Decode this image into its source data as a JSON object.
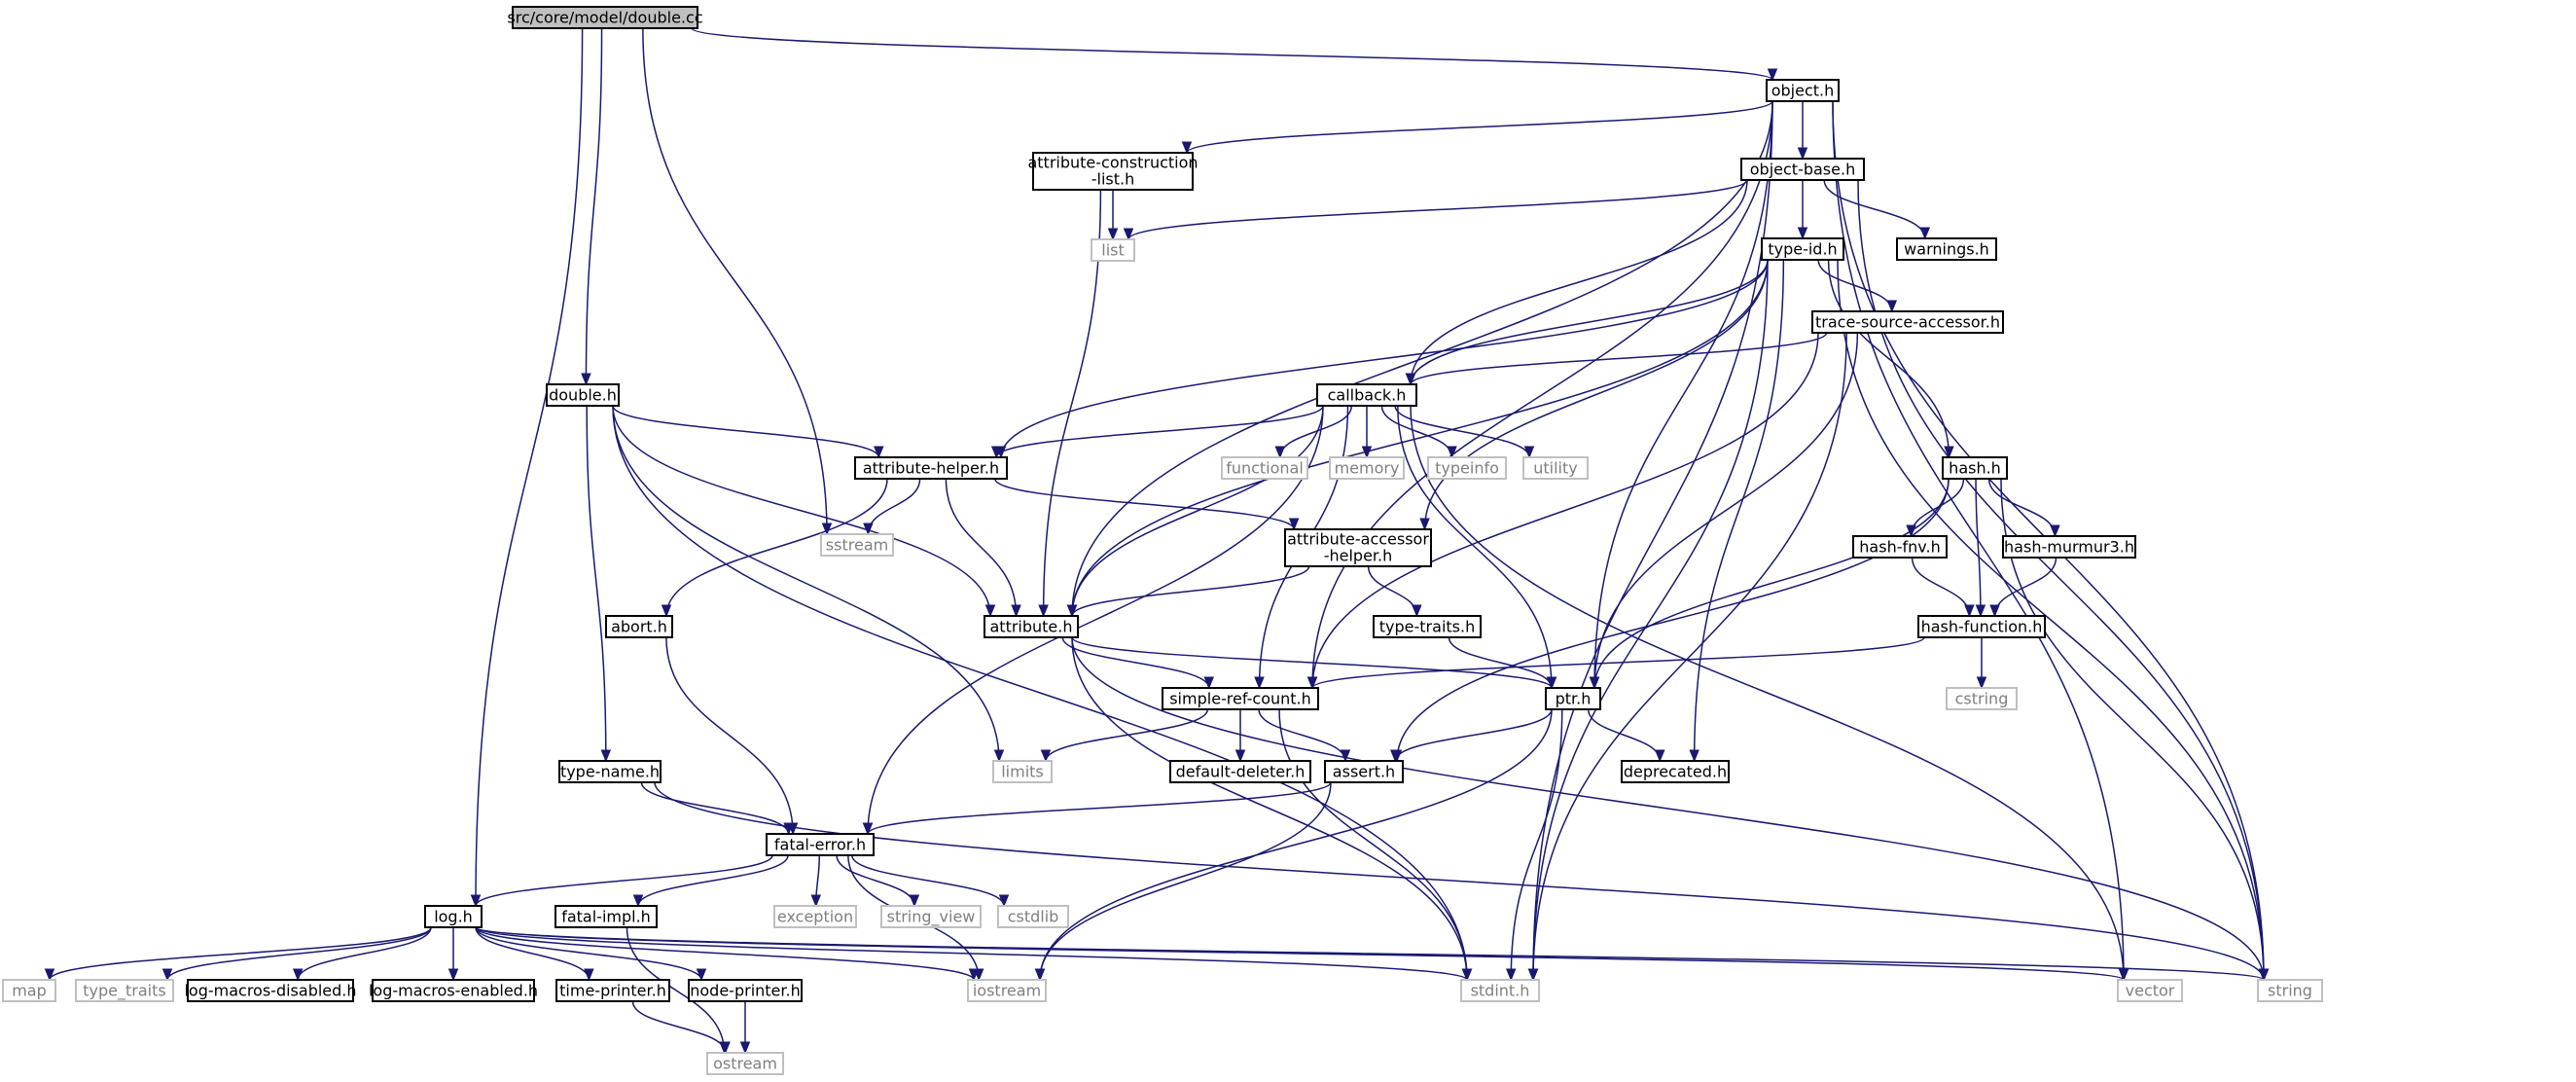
{
  "graph": {
    "title": "src/core/model/double.cc",
    "colors": {
      "edge": "#191970",
      "node_border": "#000000",
      "system_border": "#bfbfbf",
      "system_text": "#7f7f7f",
      "root_fill": "#bfbfbf",
      "node_fill": "#ffffff"
    },
    "nodes": [
      {
        "id": "double-cc",
        "label": "src/core/model/double.cc",
        "kind": "root"
      },
      {
        "id": "object-h",
        "label": "object.h",
        "kind": "local"
      },
      {
        "id": "attr-construction-list-h",
        "label": "attribute-construction\n-list.h",
        "kind": "local"
      },
      {
        "id": "object-base-h",
        "label": "object-base.h",
        "kind": "local"
      },
      {
        "id": "list",
        "label": "list",
        "kind": "system"
      },
      {
        "id": "warnings-h",
        "label": "warnings.h",
        "kind": "local"
      },
      {
        "id": "type-id-h",
        "label": "type-id.h",
        "kind": "local"
      },
      {
        "id": "trace-source-accessor-h",
        "label": "trace-source-accessor.h",
        "kind": "local"
      },
      {
        "id": "double-h",
        "label": "double.h",
        "kind": "local"
      },
      {
        "id": "callback-h",
        "label": "callback.h",
        "kind": "local"
      },
      {
        "id": "attribute-helper-h",
        "label": "attribute-helper.h",
        "kind": "local"
      },
      {
        "id": "sstream",
        "label": "sstream",
        "kind": "system"
      },
      {
        "id": "functional",
        "label": "functional",
        "kind": "system"
      },
      {
        "id": "memory",
        "label": "memory",
        "kind": "system"
      },
      {
        "id": "typeinfo",
        "label": "typeinfo",
        "kind": "system"
      },
      {
        "id": "utility",
        "label": "utility",
        "kind": "system"
      },
      {
        "id": "hash-h",
        "label": "hash.h",
        "kind": "local"
      },
      {
        "id": "attribute-accessor-helper-h",
        "label": "attribute-accessor\n-helper.h",
        "kind": "local"
      },
      {
        "id": "hash-fnv-h",
        "label": "hash-fnv.h",
        "kind": "local"
      },
      {
        "id": "hash-murmur3-h",
        "label": "hash-murmur3.h",
        "kind": "local"
      },
      {
        "id": "abort-h",
        "label": "abort.h",
        "kind": "local"
      },
      {
        "id": "attribute-h",
        "label": "attribute.h",
        "kind": "local"
      },
      {
        "id": "type-traits-h",
        "label": "type-traits.h",
        "kind": "local"
      },
      {
        "id": "hash-function-h",
        "label": "hash-function.h",
        "kind": "local"
      },
      {
        "id": "simple-ref-count-h",
        "label": "simple-ref-count.h",
        "kind": "local"
      },
      {
        "id": "ptr-h",
        "label": "ptr.h",
        "kind": "local"
      },
      {
        "id": "cstring",
        "label": "cstring",
        "kind": "system"
      },
      {
        "id": "limits",
        "label": "limits",
        "kind": "system"
      },
      {
        "id": "default-deleter-h",
        "label": "default-deleter.h",
        "kind": "local"
      },
      {
        "id": "assert-h",
        "label": "assert.h",
        "kind": "local"
      },
      {
        "id": "deprecated-h",
        "label": "deprecated.h",
        "kind": "local"
      },
      {
        "id": "type-name-h",
        "label": "type-name.h",
        "kind": "local"
      },
      {
        "id": "fatal-error-h",
        "label": "fatal-error.h",
        "kind": "local"
      },
      {
        "id": "log-h",
        "label": "log.h",
        "kind": "local"
      },
      {
        "id": "fatal-impl-h",
        "label": "fatal-impl.h",
        "kind": "local"
      },
      {
        "id": "exception",
        "label": "exception",
        "kind": "system"
      },
      {
        "id": "string-view",
        "label": "string_view",
        "kind": "system"
      },
      {
        "id": "cstdlib",
        "label": "cstdlib",
        "kind": "system"
      },
      {
        "id": "map",
        "label": "map",
        "kind": "system"
      },
      {
        "id": "type-traits",
        "label": "type_traits",
        "kind": "system"
      },
      {
        "id": "log-macros-disabled-h",
        "label": "log-macros-disabled.h",
        "kind": "local"
      },
      {
        "id": "log-macros-enabled-h",
        "label": "log-macros-enabled.h",
        "kind": "local"
      },
      {
        "id": "time-printer-h",
        "label": "time-printer.h",
        "kind": "local"
      },
      {
        "id": "node-printer-h",
        "label": "node-printer.h",
        "kind": "local"
      },
      {
        "id": "iostream",
        "label": "iostream",
        "kind": "system"
      },
      {
        "id": "stdint-h",
        "label": "stdint.h",
        "kind": "system"
      },
      {
        "id": "vector",
        "label": "vector",
        "kind": "system"
      },
      {
        "id": "string",
        "label": "string",
        "kind": "system"
      },
      {
        "id": "ostream",
        "label": "ostream",
        "kind": "system"
      }
    ],
    "edges": [
      [
        "double-cc",
        "object-h"
      ],
      [
        "double-cc",
        "double-h"
      ],
      [
        "double-cc",
        "sstream"
      ],
      [
        "double-cc",
        "log-h"
      ],
      [
        "object-h",
        "attr-construction-list-h"
      ],
      [
        "object-h",
        "object-base-h"
      ],
      [
        "object-h",
        "attribute-h"
      ],
      [
        "object-h",
        "simple-ref-count-h"
      ],
      [
        "object-h",
        "ptr-h"
      ],
      [
        "object-h",
        "stdint-h"
      ],
      [
        "object-h",
        "vector"
      ],
      [
        "object-h",
        "string"
      ],
      [
        "attr-construction-list-h",
        "list"
      ],
      [
        "attr-construction-list-h",
        "attribute-h"
      ],
      [
        "object-base-h",
        "list"
      ],
      [
        "object-base-h",
        "warnings-h"
      ],
      [
        "object-base-h",
        "type-id-h"
      ],
      [
        "object-base-h",
        "callback-h"
      ],
      [
        "object-base-h",
        "string"
      ],
      [
        "type-id-h",
        "attribute-helper-h"
      ],
      [
        "type-id-h",
        "attribute-h"
      ],
      [
        "type-id-h",
        "callback-h"
      ],
      [
        "type-id-h",
        "trace-source-accessor-h"
      ],
      [
        "type-id-h",
        "attribute-accessor-helper-h"
      ],
      [
        "type-id-h",
        "hash-h"
      ],
      [
        "type-id-h",
        "deprecated-h"
      ],
      [
        "type-id-h",
        "stdint-h"
      ],
      [
        "type-id-h",
        "string"
      ],
      [
        "trace-source-accessor-h",
        "callback-h"
      ],
      [
        "trace-source-accessor-h",
        "ptr-h"
      ],
      [
        "trace-source-accessor-h",
        "simple-ref-count-h"
      ],
      [
        "trace-source-accessor-h",
        "stdint-h"
      ],
      [
        "double-h",
        "attribute-helper-h"
      ],
      [
        "double-h",
        "attribute-h"
      ],
      [
        "double-h",
        "type-name-h"
      ],
      [
        "double-h",
        "limits"
      ],
      [
        "double-h",
        "stdint-h"
      ],
      [
        "callback-h",
        "attribute-helper-h"
      ],
      [
        "callback-h",
        "attribute-h"
      ],
      [
        "callback-h",
        "functional"
      ],
      [
        "callback-h",
        "memory"
      ],
      [
        "callback-h",
        "typeinfo"
      ],
      [
        "callback-h",
        "utility"
      ],
      [
        "callback-h",
        "ptr-h"
      ],
      [
        "callback-h",
        "simple-ref-count-h"
      ],
      [
        "callback-h",
        "fatal-error-h"
      ],
      [
        "callback-h",
        "vector"
      ],
      [
        "attribute-helper-h",
        "sstream"
      ],
      [
        "attribute-helper-h",
        "attribute-h"
      ],
      [
        "attribute-helper-h",
        "attribute-accessor-helper-h"
      ],
      [
        "attribute-helper-h",
        "abort-h"
      ],
      [
        "hash-h",
        "hash-fnv-h"
      ],
      [
        "hash-h",
        "hash-murmur3-h"
      ],
      [
        "hash-h",
        "hash-function-h"
      ],
      [
        "hash-h",
        "ptr-h"
      ],
      [
        "hash-h",
        "assert-h"
      ],
      [
        "hash-h",
        "string"
      ],
      [
        "attribute-accessor-helper-h",
        "attribute-h"
      ],
      [
        "attribute-accessor-helper-h",
        "type-traits-h"
      ],
      [
        "hash-fnv-h",
        "hash-function-h"
      ],
      [
        "hash-murmur3-h",
        "hash-function-h"
      ],
      [
        "abort-h",
        "fatal-error-h"
      ],
      [
        "attribute-h",
        "simple-ref-count-h"
      ],
      [
        "attribute-h",
        "ptr-h"
      ],
      [
        "attribute-h",
        "string"
      ],
      [
        "attribute-h",
        "stdint-h"
      ],
      [
        "type-traits-h",
        "ptr-h"
      ],
      [
        "hash-function-h",
        "simple-ref-count-h"
      ],
      [
        "hash-function-h",
        "cstring"
      ],
      [
        "simple-ref-count-h",
        "limits"
      ],
      [
        "simple-ref-count-h",
        "default-deleter-h"
      ],
      [
        "simple-ref-count-h",
        "assert-h"
      ],
      [
        "simple-ref-count-h",
        "stdint-h"
      ],
      [
        "ptr-h",
        "assert-h"
      ],
      [
        "ptr-h",
        "deprecated-h"
      ],
      [
        "ptr-h",
        "iostream"
      ],
      [
        "ptr-h",
        "stdint-h"
      ],
      [
        "assert-h",
        "fatal-error-h"
      ],
      [
        "assert-h",
        "iostream"
      ],
      [
        "type-name-h",
        "fatal-error-h"
      ],
      [
        "type-name-h",
        "string"
      ],
      [
        "fatal-error-h",
        "log-h"
      ],
      [
        "fatal-error-h",
        "fatal-impl-h"
      ],
      [
        "fatal-error-h",
        "exception"
      ],
      [
        "fatal-error-h",
        "string-view"
      ],
      [
        "fatal-error-h",
        "cstdlib"
      ],
      [
        "fatal-error-h",
        "iostream"
      ],
      [
        "log-h",
        "map"
      ],
      [
        "log-h",
        "type-traits"
      ],
      [
        "log-h",
        "log-macros-disabled-h"
      ],
      [
        "log-h",
        "log-macros-enabled-h"
      ],
      [
        "log-h",
        "time-printer-h"
      ],
      [
        "log-h",
        "node-printer-h"
      ],
      [
        "log-h",
        "iostream"
      ],
      [
        "log-h",
        "stdint-h"
      ],
      [
        "log-h",
        "vector"
      ],
      [
        "log-h",
        "string"
      ],
      [
        "fatal-impl-h",
        "ostream"
      ],
      [
        "time-printer-h",
        "ostream"
      ],
      [
        "node-printer-h",
        "ostream"
      ]
    ]
  }
}
